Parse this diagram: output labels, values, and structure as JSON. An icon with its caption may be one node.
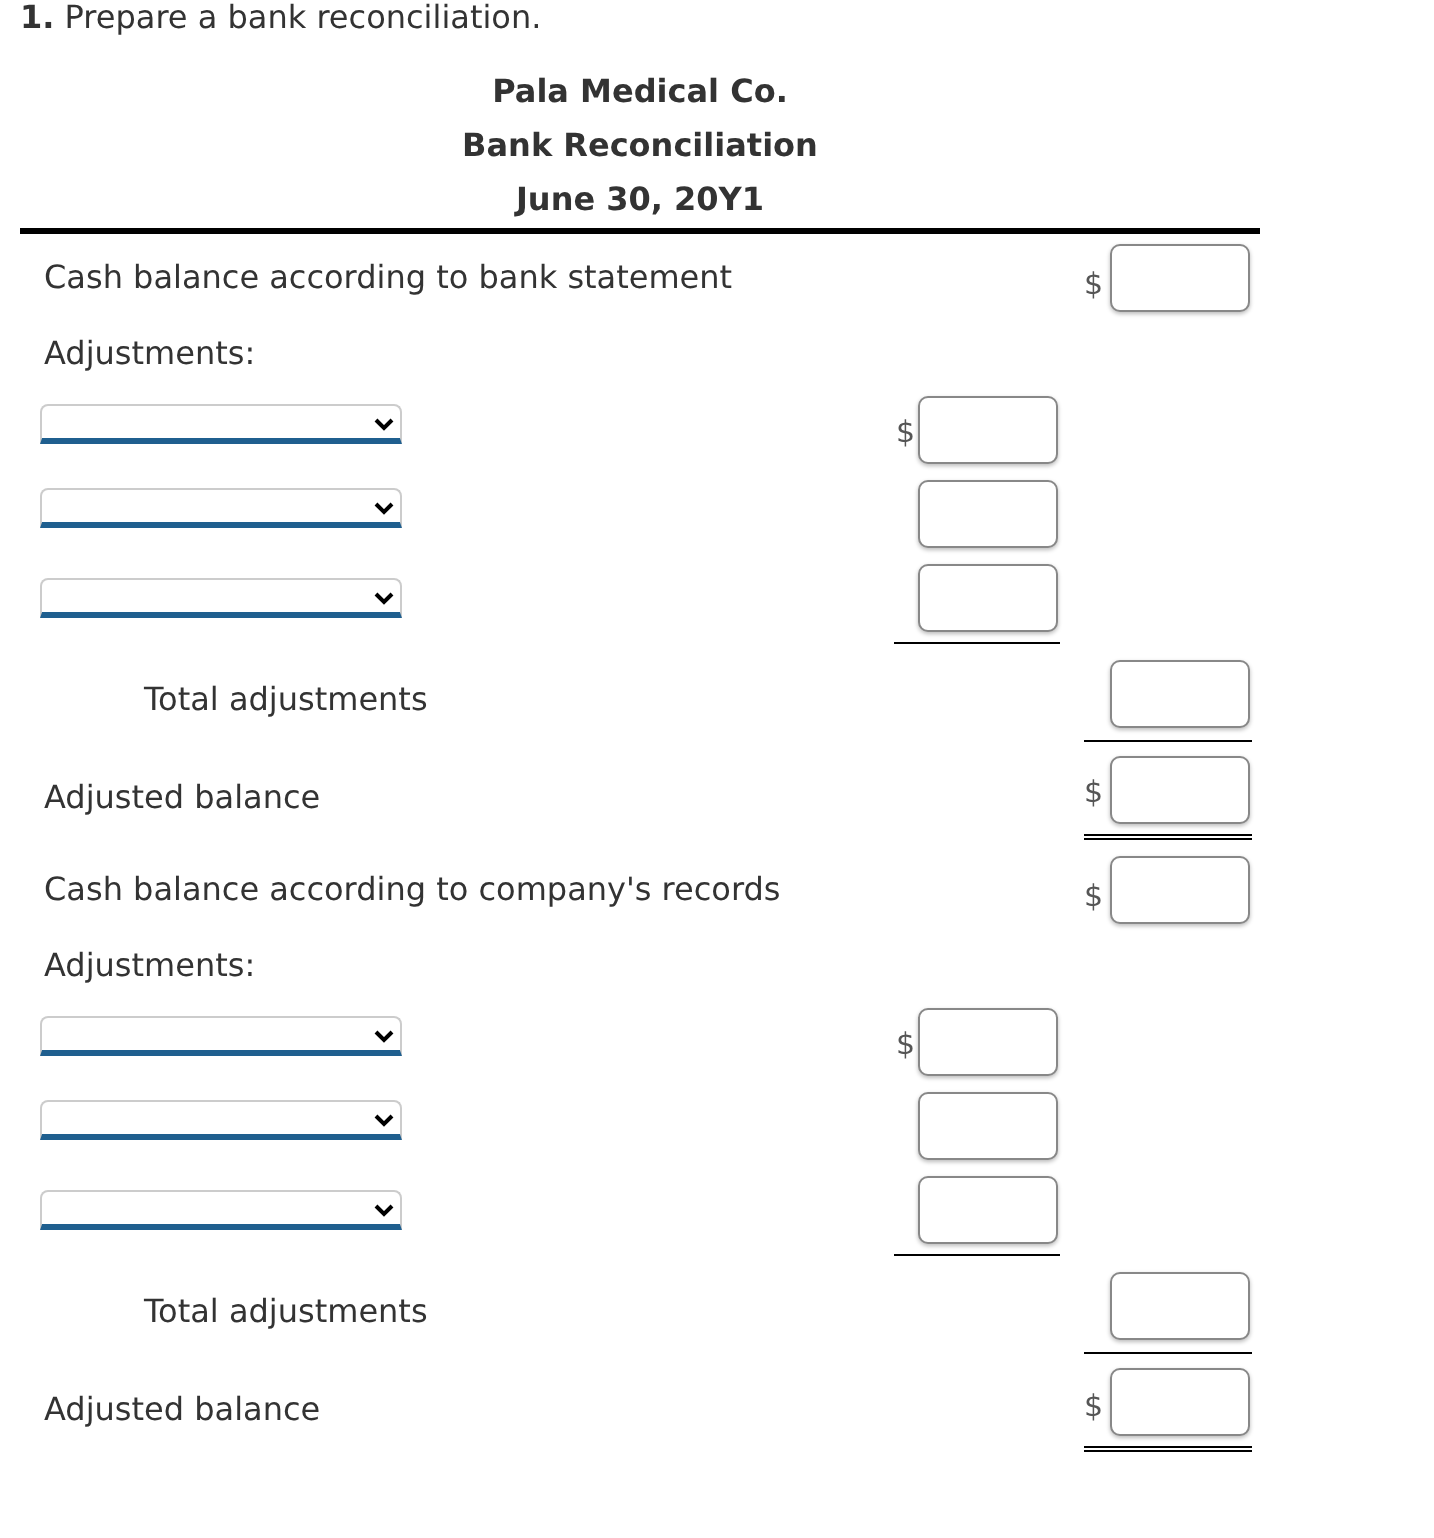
{
  "diagram": {
    "title": "**1.** Prepare a bank reconciliation.",
    "labels": [
      "Pala Medical Co.",
      "Bank Reconciliation",
      "June 30, 20Y1",
      "Cash balance according to bank statement",
      "$",
      "Adjustments:",
      "$",
      "Total adjustments",
      "Adjusted balance",
      "$",
      "Cash balance according to company's records",
      "$",
      "Adjustments:",
      "$",
      "Total adjustments",
      "Adjusted balance",
      "$"
    ]
  }
}
